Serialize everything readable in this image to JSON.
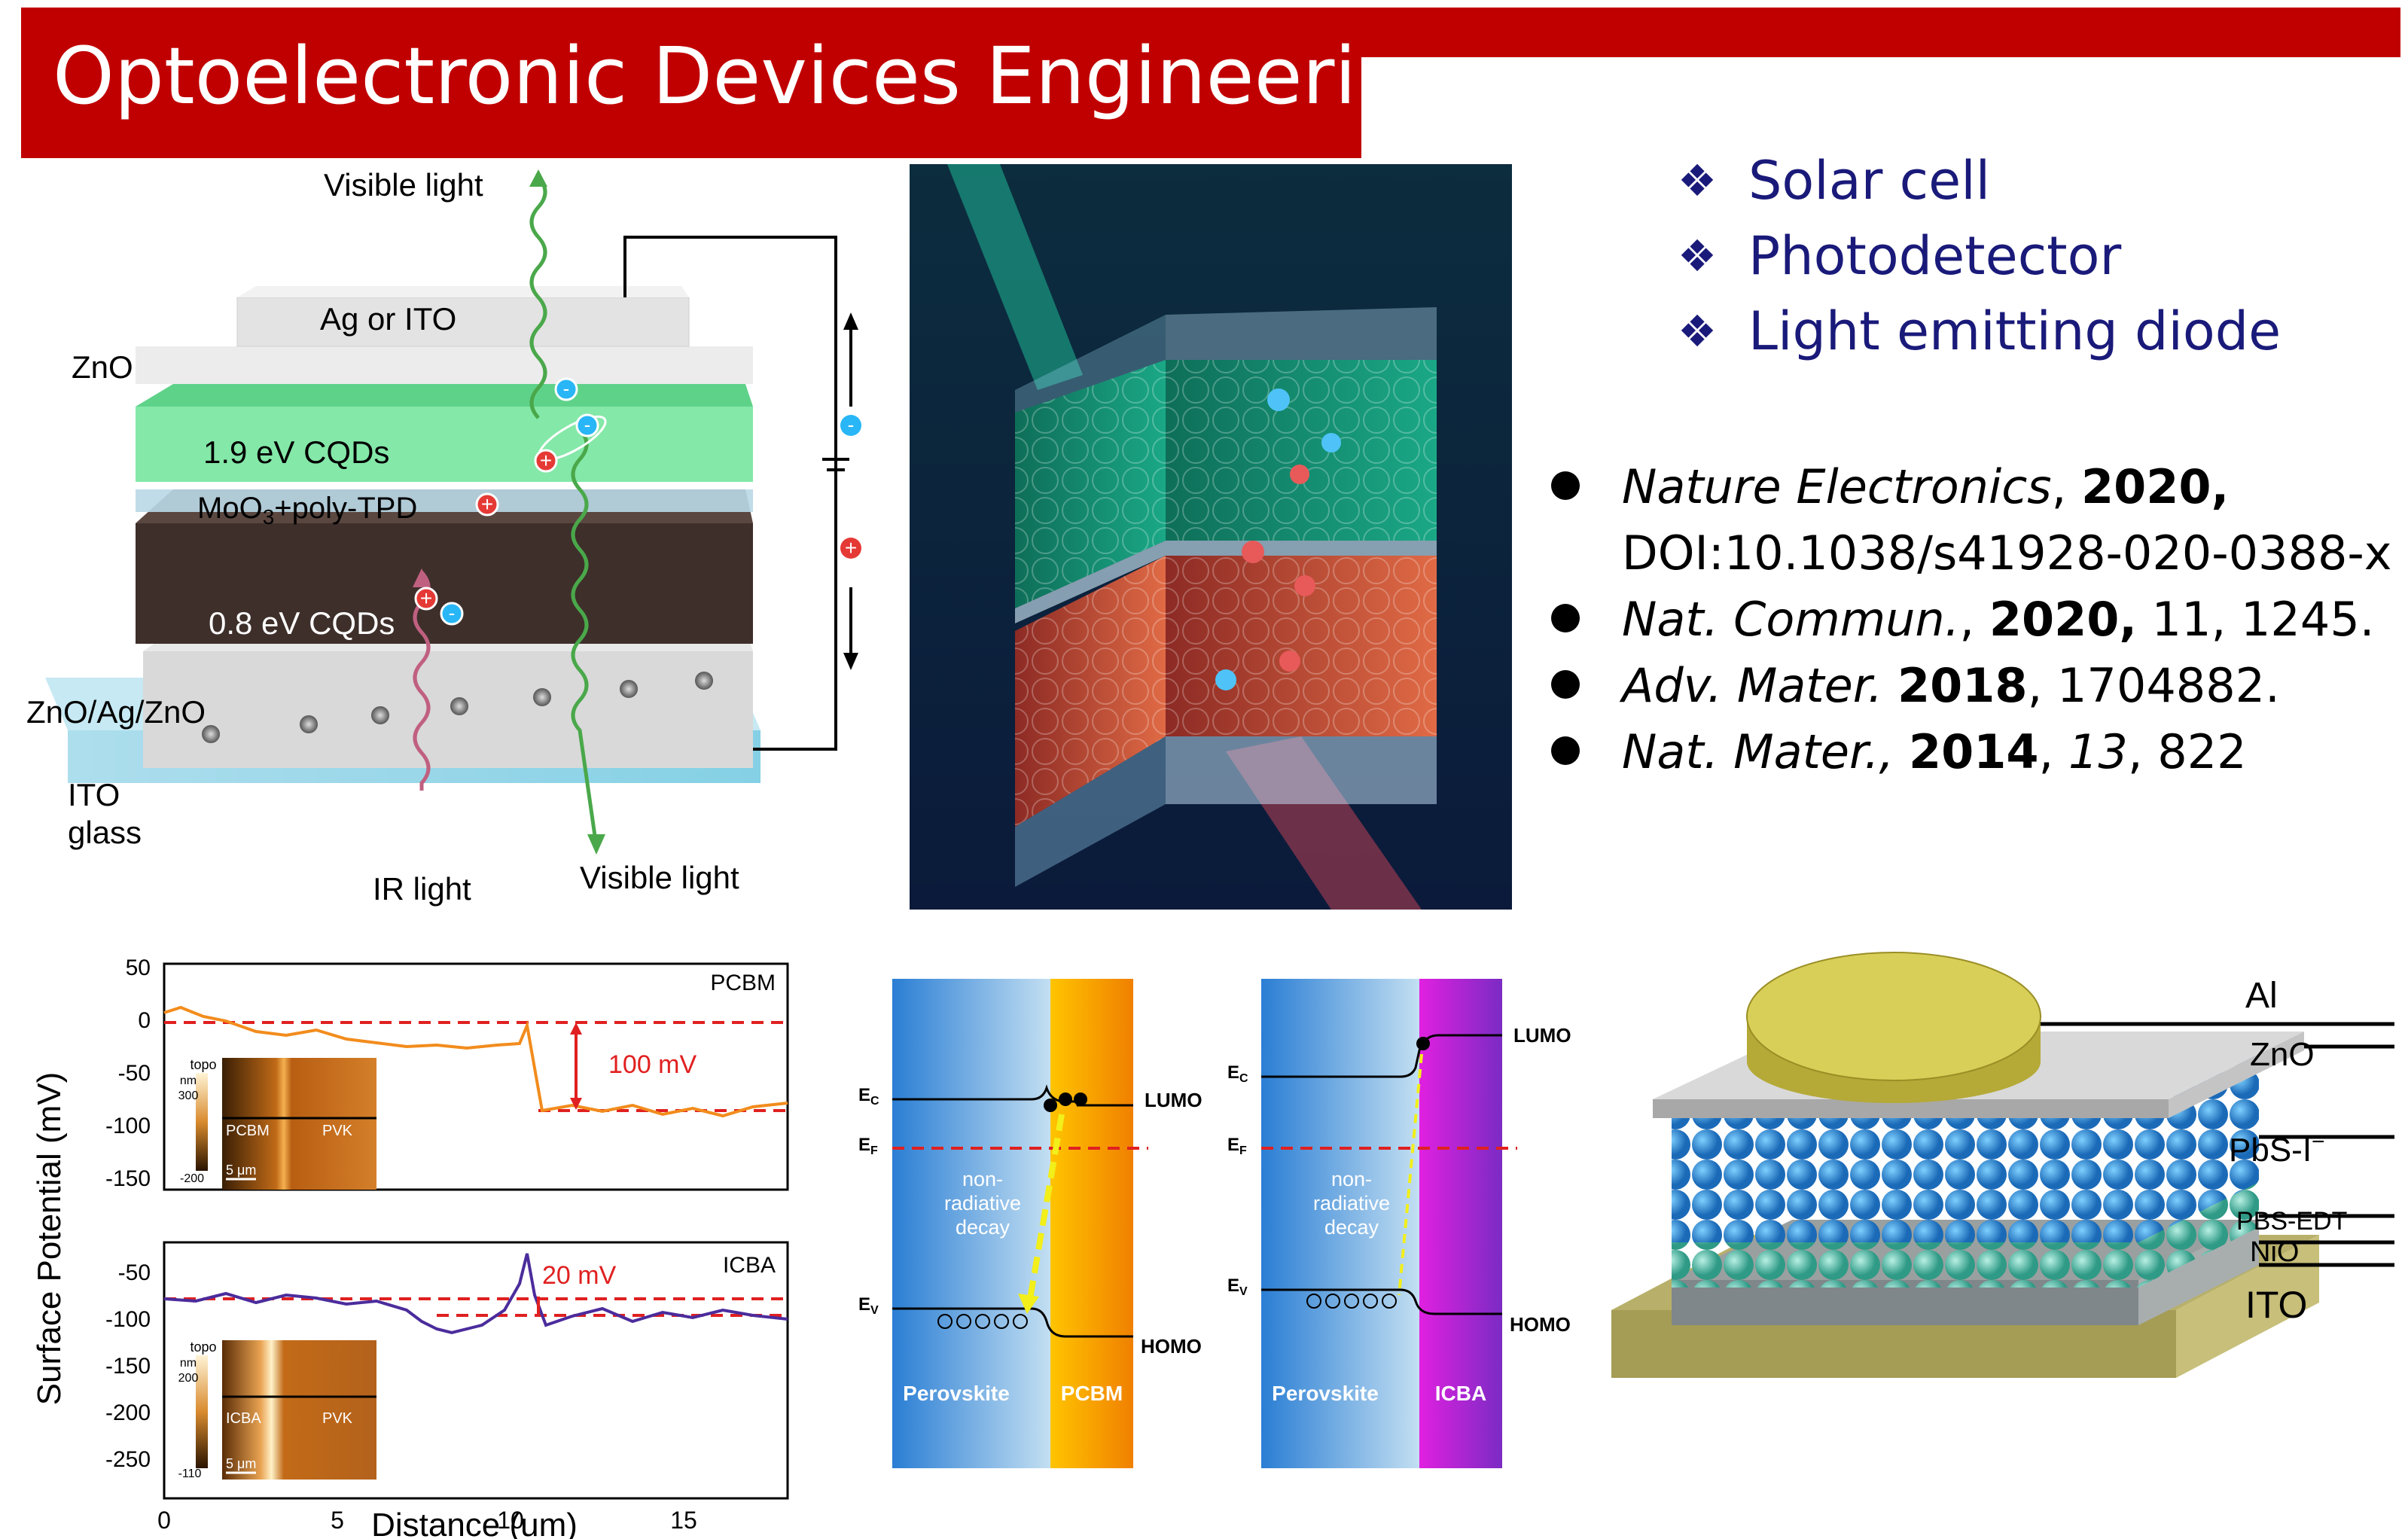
{
  "banner": {
    "title": "Optoelectronic Devices Engineering"
  },
  "applications": [
    "Solar cell",
    "Photodetector",
    "Light emitting diode"
  ],
  "references": [
    {
      "journal": "Nature Electronics",
      "sep": ", ",
      "year": "2020,",
      "rest": "",
      "doi": "DOI:10.1038/s41928-020-0388-x"
    },
    {
      "journal": "Nat. Commun.",
      "sep": ", ",
      "year": "2020,",
      "rest": " 11, 1245."
    },
    {
      "journal": "Adv. Mater.",
      "sep": " ",
      "year": "2018",
      "rest": ", 1704882."
    },
    {
      "journal": "Nat. Mater.,",
      "sep": " ",
      "year": "2014",
      "rest_pre": ", ",
      "vol": "13",
      "rest": ", 822"
    }
  ],
  "device_diagram": {
    "labels": {
      "visible_top": "Visible light",
      "top_electrode": "Ag or ITO",
      "zno": "ZnO",
      "cqd_19": "1.9 eV CQDs",
      "moo3": "MoO",
      "moo3_sub": "3",
      "moo3_rest": "+poly-TPD",
      "cqd_08": "0.8 eV CQDs",
      "zno_ag": "ZnO/Ag/ZnO",
      "ito": "ITO",
      "glass": "glass",
      "ir": "IR light",
      "visible_bottom": "Visible light"
    },
    "charges": {
      "minus": "-",
      "plus": "+"
    }
  },
  "surface_potential_chart": {
    "ylabel": "Surface Potential (mV)",
    "xlabel": "Distance (um)",
    "top": {
      "name": "PCBM",
      "annotation": "100 mV",
      "yticks": [
        "50",
        "0",
        "-50",
        "-100",
        "-150"
      ],
      "inset": {
        "label": "topo",
        "unit": "nm",
        "max": "300",
        "min": "-200",
        "left": "PCBM",
        "right": "PVK",
        "scale": "5 μm"
      }
    },
    "bottom": {
      "name": "ICBA",
      "annotation": "20 mV",
      "yticks": [
        "-50",
        "-100",
        "-150",
        "-200",
        "-250"
      ],
      "inset": {
        "label": "topo",
        "unit": "nm",
        "max": "200",
        "min": "-110",
        "left": "ICBA",
        "right": "PVK",
        "scale": "5 μm"
      }
    },
    "xticks": [
      "0",
      "5",
      "10",
      "15"
    ]
  },
  "band_diagrams": [
    {
      "material": "PCBM",
      "left": "Perovskite",
      "ec": "E",
      "ec_sub": "C",
      "ef": "E",
      "ef_sub": "F",
      "ev": "E",
      "ev_sub": "V",
      "lumo": "LUMO",
      "homo": "HOMO",
      "decay": [
        "non-",
        "radiative",
        "decay"
      ],
      "accent": "#f5a300"
    },
    {
      "material": "ICBA",
      "left": "Perovskite",
      "ec": "E",
      "ec_sub": "C",
      "ef": "E",
      "ef_sub": "F",
      "ev": "E",
      "ev_sub": "V",
      "lumo": "LUMO",
      "homo": "HOMO",
      "decay": [
        "non-",
        "radiative",
        "decay"
      ],
      "accent": "#b81bd6"
    }
  ],
  "stack_diagram": {
    "layers": [
      "Al",
      "ZnO",
      "PbS-I",
      "PBS-EDT",
      "NiO",
      "ITO"
    ],
    "superscript": "−"
  },
  "colors": {
    "banner": "#c00000",
    "navy": "#1a1a7a",
    "ref_red": "#d10000"
  }
}
